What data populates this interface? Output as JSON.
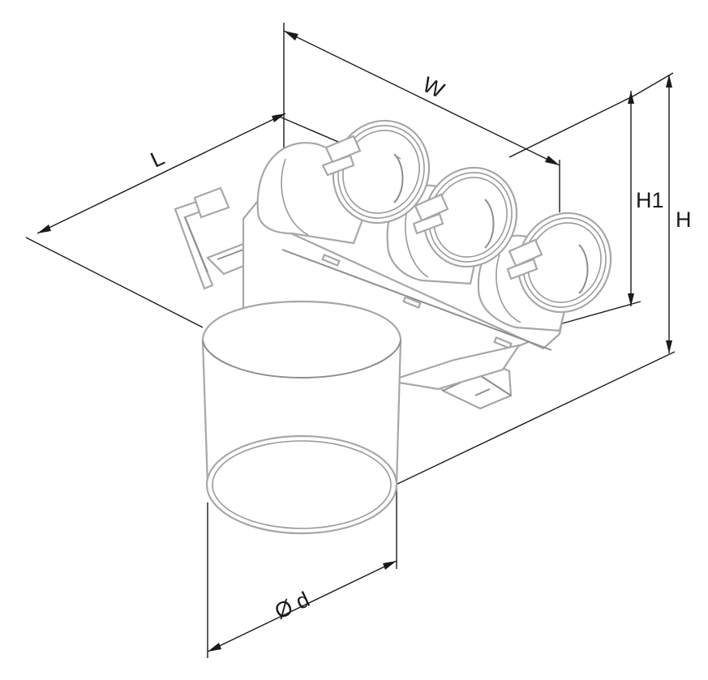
{
  "diagram": {
    "dimensions": {
      "W": "W",
      "L": "L",
      "H1": "H1",
      "H": "H",
      "d": "Ø d"
    },
    "colors": {
      "outline": "#a7a7a7",
      "dimension": "#1a1a1a",
      "background": "#ffffff"
    }
  }
}
